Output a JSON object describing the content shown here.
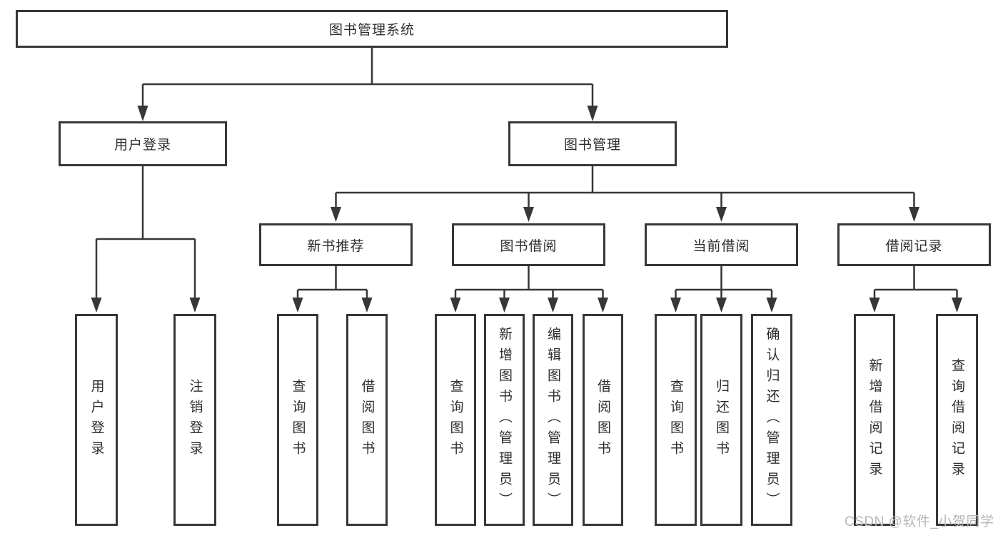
{
  "colors": {
    "line": "#373737",
    "text": "#2d2d2d",
    "watermark": "#b6b7bb",
    "background": "#ffffff"
  },
  "watermark": {
    "text": "CSDN @软件_小贺同学"
  },
  "tree": {
    "label": "图书管理系统",
    "children": [
      {
        "label": "用户登录",
        "children": [
          {
            "label": "用户登录"
          },
          {
            "label": "注销登录"
          }
        ]
      },
      {
        "label": "图书管理",
        "children": [
          {
            "label": "新书推荐",
            "children": [
              {
                "label": "查询图书"
              },
              {
                "label": "借阅图书"
              }
            ]
          },
          {
            "label": "图书借阅",
            "children": [
              {
                "label": "查询图书"
              },
              {
                "label": "新增图书（管理员）"
              },
              {
                "label": "编辑图书（管理员）"
              },
              {
                "label": "借阅图书"
              }
            ]
          },
          {
            "label": "当前借阅",
            "children": [
              {
                "label": "查询图书"
              },
              {
                "label": "归还图书"
              },
              {
                "label": "确认归还（管理员）"
              }
            ]
          },
          {
            "label": "借阅记录",
            "children": [
              {
                "label": "新增借阅记录"
              },
              {
                "label": "查询借阅记录"
              }
            ]
          }
        ]
      }
    ]
  }
}
